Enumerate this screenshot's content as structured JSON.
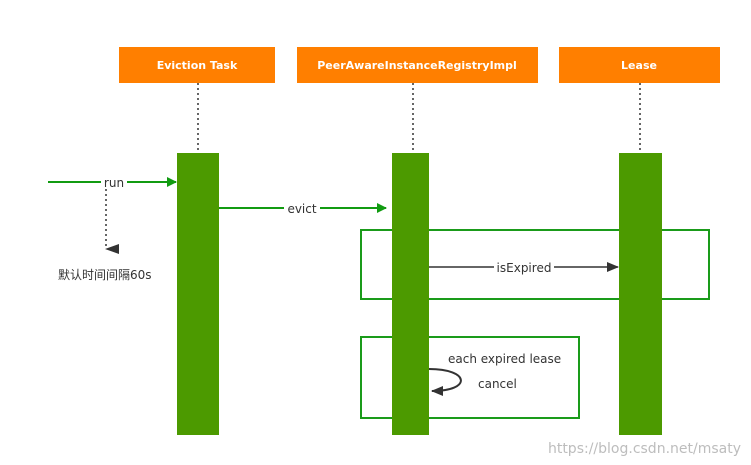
{
  "participants": [
    {
      "name": "Eviction Task"
    },
    {
      "name": "PeerAwareInstanceRegistryImpl"
    },
    {
      "name": "Lease"
    }
  ],
  "messages": {
    "run": "run",
    "evict": "evict",
    "is_expired": "isExpired",
    "self_call_line1": "each expired lease",
    "self_call_line2": "cancel"
  },
  "note": "默认时间间隔60s",
  "watermark": "https://blog.csdn.net/msaty",
  "colors": {
    "header_fill": "#ff7f00",
    "activation_fill": "#4c9a00",
    "arrow_green": "#119b11",
    "arrow_dark": "#333333",
    "frame_green": "#1a9b1a",
    "lifeline": "#333333"
  }
}
